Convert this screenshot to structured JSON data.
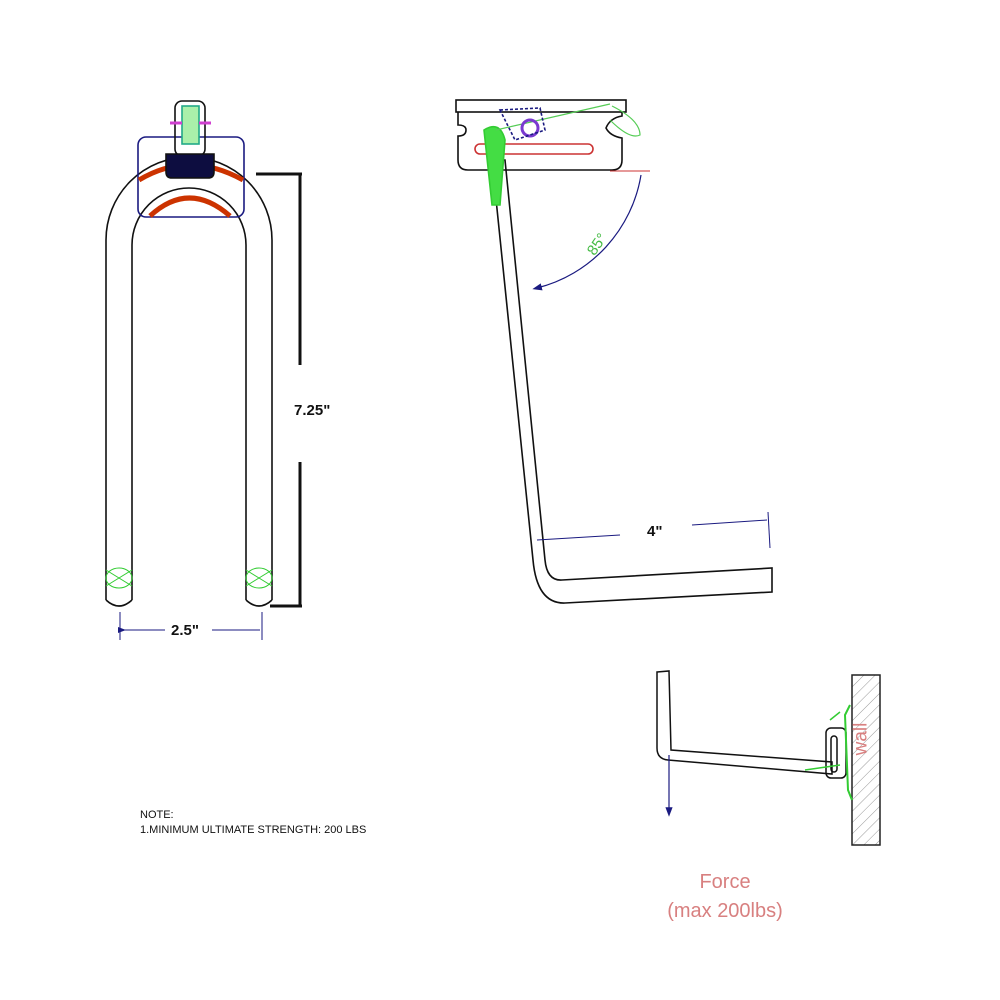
{
  "dimensions": {
    "height": "7.25\"",
    "width": "2.5\"",
    "length": "4\"",
    "angle": "85°"
  },
  "note": {
    "title": "NOTE:",
    "line1": "1.MINIMUM ULTIMATE STRENGTH: 200 LBS"
  },
  "force": {
    "line1": "Force",
    "line2": "(max 200lbs)"
  },
  "wall_label": "wall",
  "colors": {
    "line": "#111111",
    "accent_green": "#33dd33",
    "accent_red": "#cc3300",
    "dimension_blue": "#1a1a80",
    "label_pink": "#d88080"
  }
}
